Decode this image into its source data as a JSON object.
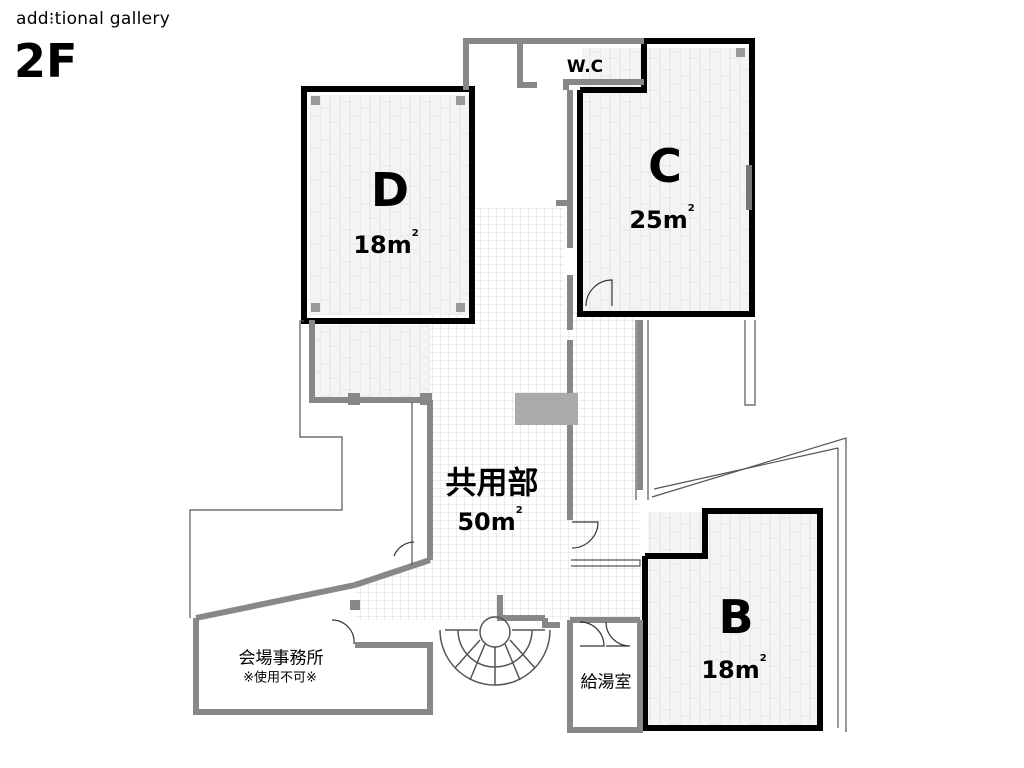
{
  "header": {
    "brand": "add⁝tional gallery",
    "floor": "2F"
  },
  "rooms": {
    "d": {
      "label": "D",
      "area_num": "18m",
      "area_sup": "2"
    },
    "c": {
      "label": "C",
      "area_num": "25m",
      "area_sup": "2"
    },
    "b": {
      "label": "B",
      "area_num": "18m",
      "area_sup": "2"
    },
    "common": {
      "label": "共用部",
      "area_num": "50m",
      "area_sup": "2"
    }
  },
  "facilities": {
    "wc": "W.C",
    "office": "会場事務所",
    "office_note": "※使用不可※",
    "kitchenette": "給湯室"
  }
}
